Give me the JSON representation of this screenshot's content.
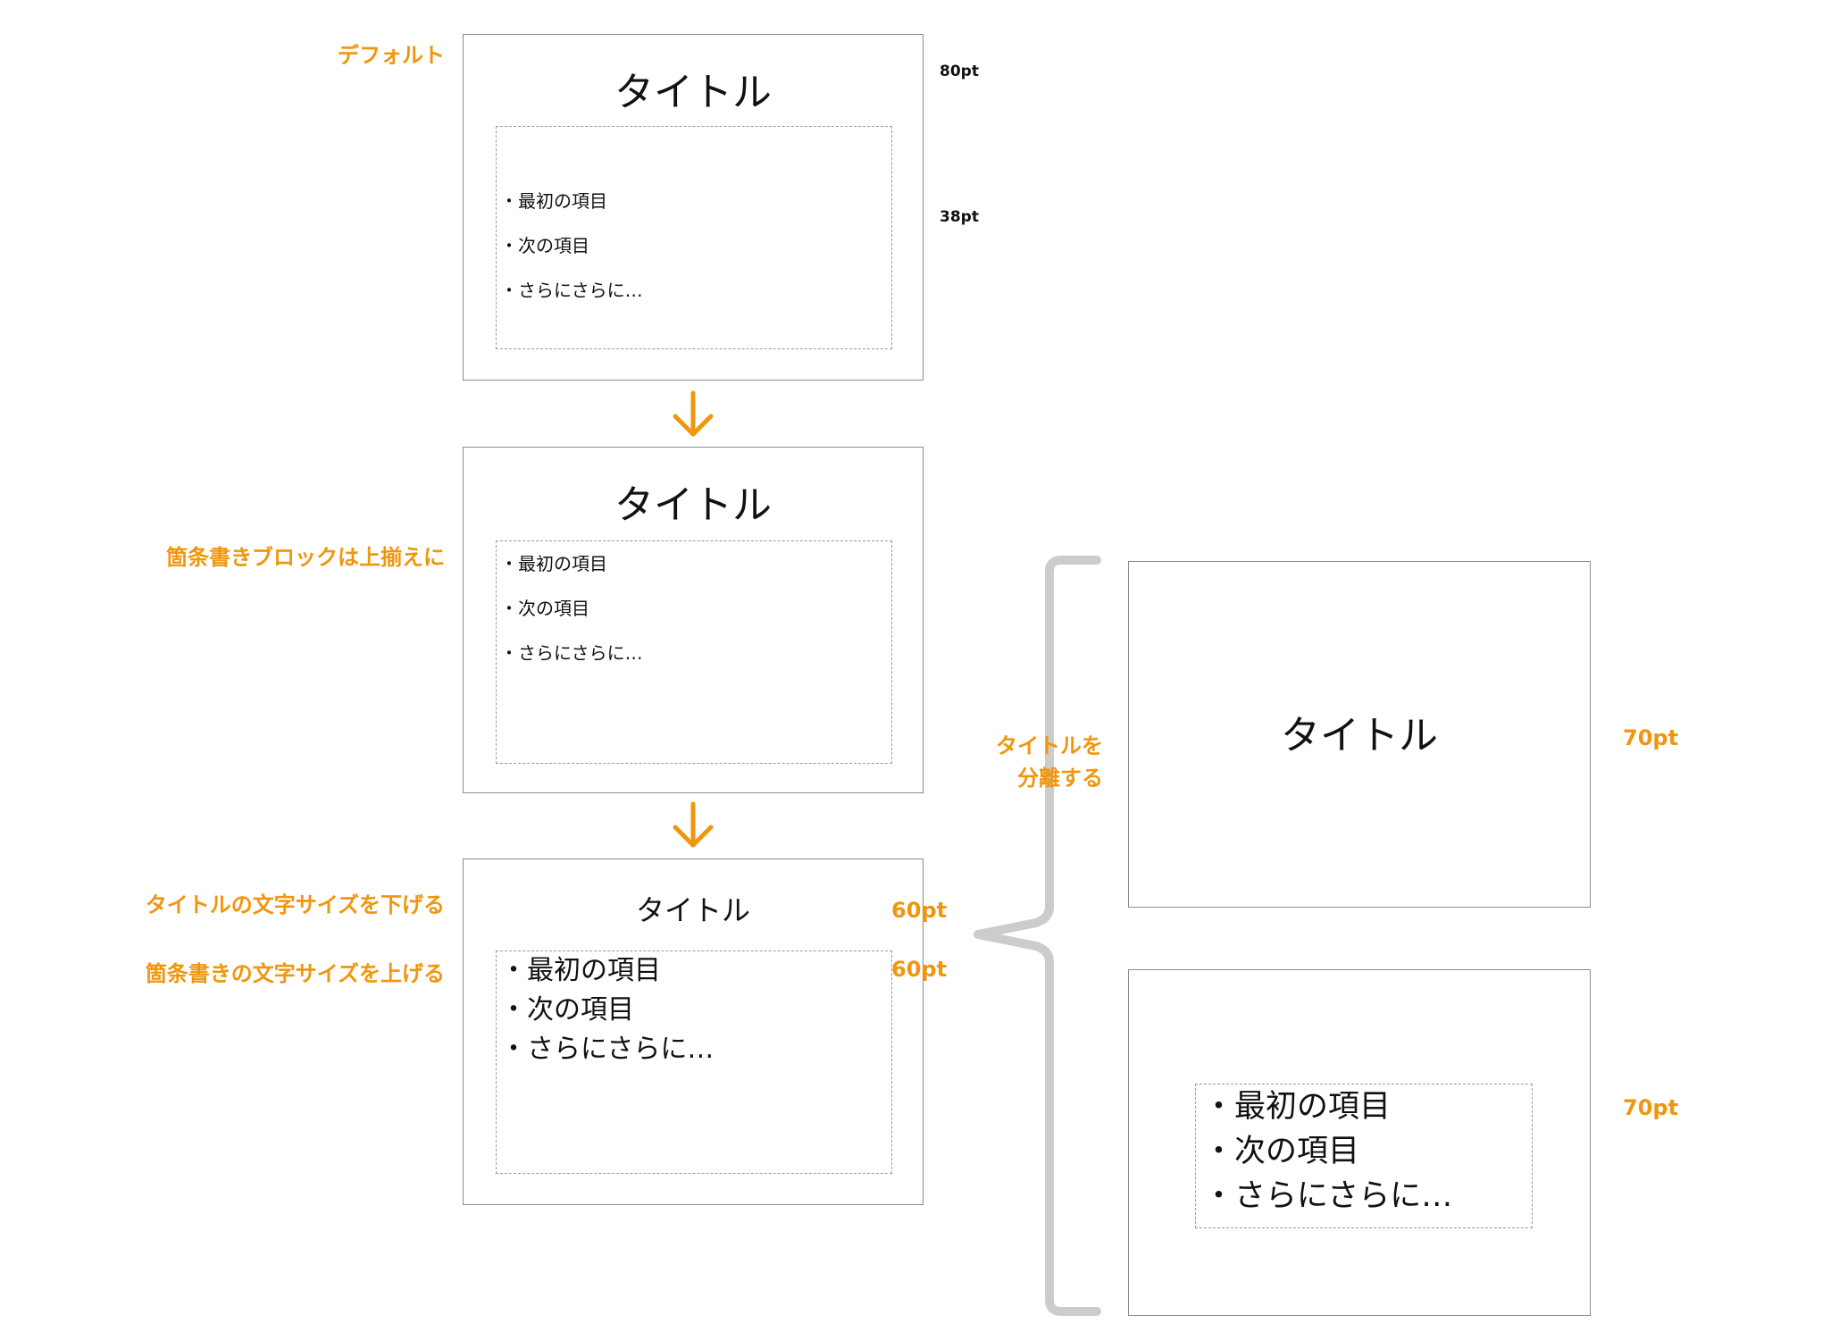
{
  "steps": {
    "default": {
      "label": "デフォルト",
      "title": "タイトル",
      "title_size": "80pt",
      "body_size": "38pt",
      "bullets": [
        "・最初の項目",
        "・次の項目",
        "・さらにさらに…"
      ]
    },
    "top_aligned": {
      "label": "箇条書きブロックは上揃えに",
      "title": "タイトル",
      "bullets": [
        "・最初の項目",
        "・次の項目",
        "・さらにさらに…"
      ]
    },
    "resized": {
      "label_title": "タイトルの文字サイズを下げる",
      "label_body": "箇条書きの文字サイズを上げる",
      "title": "タイトル",
      "title_size": "60pt",
      "body_size": "60pt",
      "bullets": [
        "・最初の項目",
        "・次の項目",
        "・さらにさらに…"
      ]
    }
  },
  "split": {
    "label_line1": "タイトルを",
    "label_line2": "分離する",
    "title_slide": {
      "title": "タイトル",
      "size": "70pt"
    },
    "body_slide": {
      "size": "70pt",
      "bullets": [
        "・最初の項目",
        "・次の項目",
        "・さらにさらに…"
      ]
    }
  },
  "colors": {
    "accent": "#f0960e",
    "frame": "#8a8a8a",
    "dashed": "#9a9a9a",
    "brace": "#cccccc",
    "text": "#111111"
  },
  "icons": [
    "arrow-down-icon",
    "arrow-down-icon",
    "curly-brace-icon"
  ]
}
